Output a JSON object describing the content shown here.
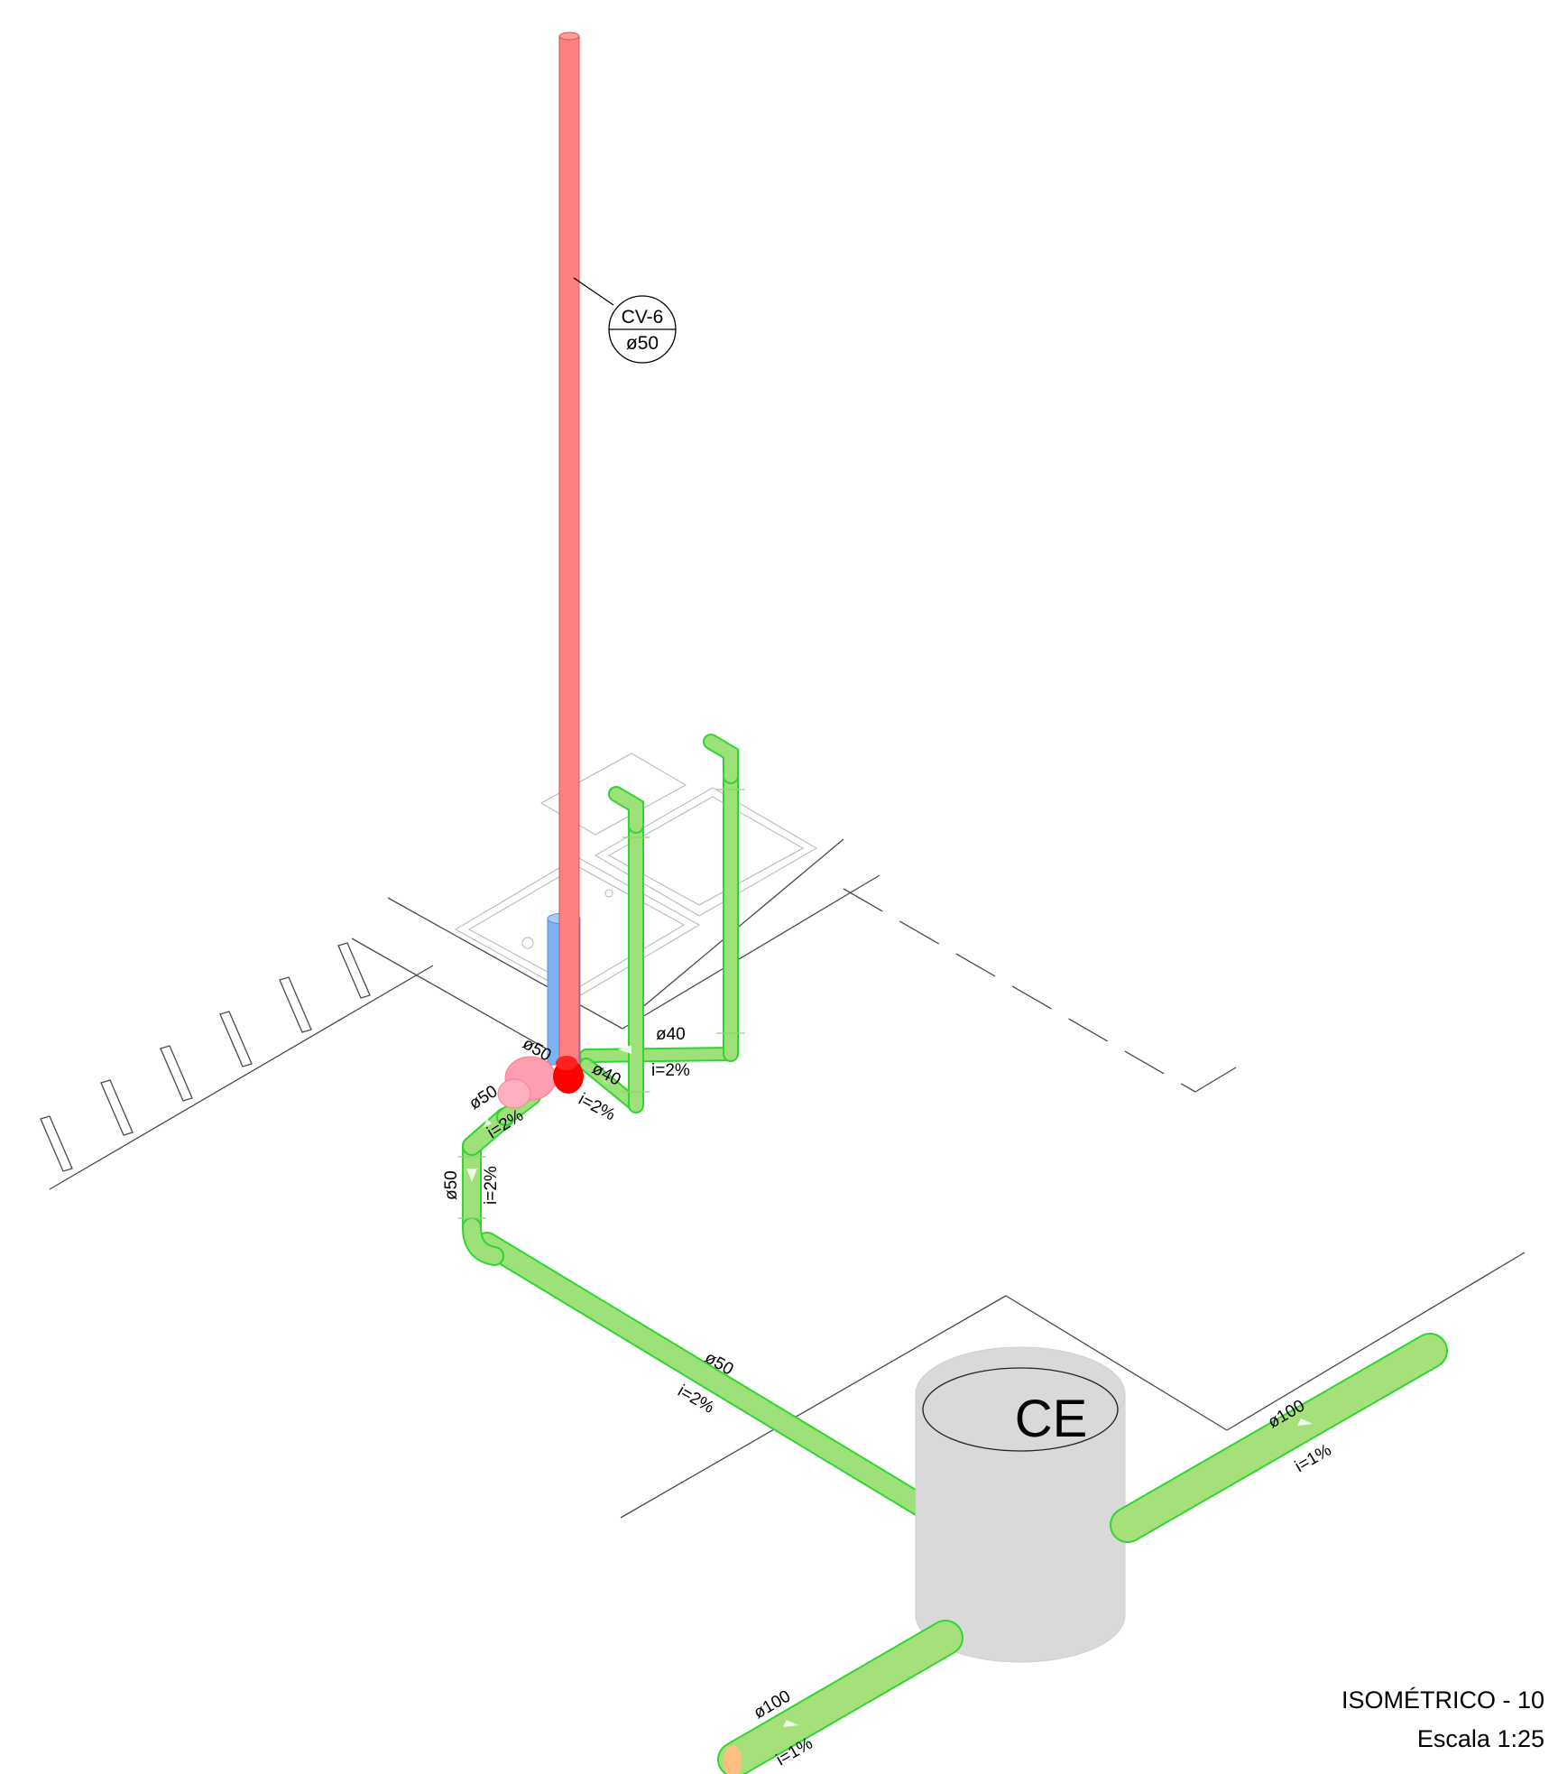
{
  "title_block": {
    "title": "ISOMÉTRICO - 10",
    "scale": "Escala 1:25"
  },
  "vent_tag": {
    "id": "CV-6",
    "diameter": "ø50"
  },
  "chamber": {
    "label": "CE"
  },
  "pipe_labels": {
    "d50_top": "ø50",
    "d40_upper": "ø40",
    "slope_40_upper": "i=2%",
    "d40_lower": "ø40",
    "slope_40_lower": "i=2%",
    "d50_elbow": "ø50",
    "slope_50_elbow": "i=2%",
    "d50_vertical": "ø50",
    "slope_50_vertical": "i=2%",
    "d50_main": "ø50",
    "slope_50_main": "i=2%",
    "d100_out": "ø100",
    "slope_100_out": "i=1%",
    "d100_in": "ø100",
    "slope_100_in": "i=1%"
  },
  "colors": {
    "vent_pipe": "#ff8080",
    "vent_fitting": "#ff0000",
    "drain_pipe": "#9ee07a",
    "drain_outline": "#2fd62f",
    "sleeve": "#7fb2f0",
    "chamber": "#d9d9d9",
    "inlet_cap": "#ffbf80"
  }
}
